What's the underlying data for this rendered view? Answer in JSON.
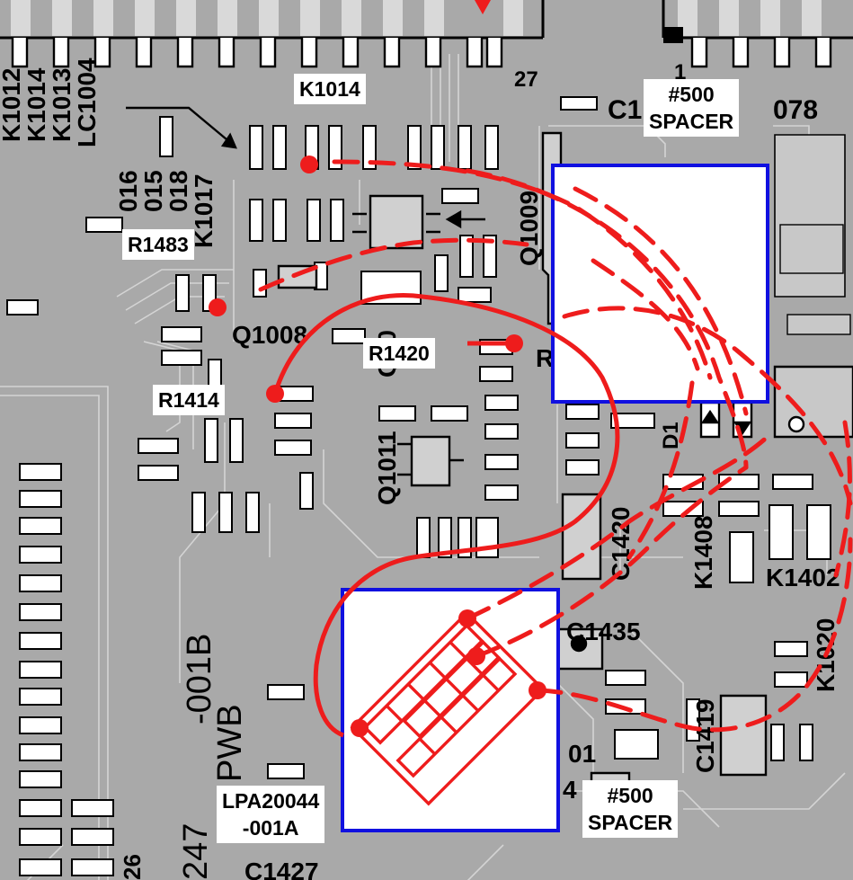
{
  "labels": {
    "k1014": "K1014",
    "r1483": "R1483",
    "r1420": "R1420",
    "r1414": "R1414",
    "spacer_top": [
      "#500",
      "SPACER"
    ],
    "spacer_bottom": [
      "#500",
      "SPACER"
    ],
    "part": [
      "LPA20044",
      "-001A"
    ]
  },
  "silk": {
    "pin_27": "27",
    "pin_1": "1",
    "q1008": "Q1008",
    "q1009": "Q1009",
    "q1010": "Q10",
    "q1011": "Q1011",
    "c1435": "C1435",
    "c1420": "C1420",
    "c1419": "C1419",
    "k1408": "K1408",
    "k1402": "K1402",
    "k1020": "K1020",
    "d1": "D1",
    "pwb": "PWB",
    "board_no": "-001B",
    "num_247": "247",
    "c1427": "C1427",
    "c1078": "078",
    "c10": "C1",
    "r": "R",
    "num_01": "01",
    "num_4": "4",
    "num_26": "26",
    "left_stack": [
      "K1012",
      "K1014",
      "K1013",
      "LC1004"
    ],
    "left_stack2": [
      "016",
      "015",
      "018",
      "K1017"
    ]
  },
  "colors": {
    "board": "#a9a9a9",
    "trace": "#9a9a9a",
    "outline": "#000000",
    "marker": "#ee1c1c",
    "spacer_border": "#1010e0"
  }
}
